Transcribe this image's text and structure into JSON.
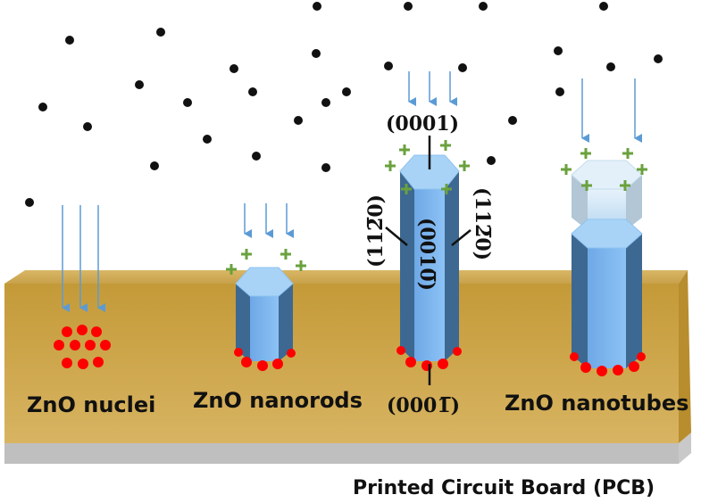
{
  "stages": {
    "nuclei": "ZnO nuclei",
    "nanorods": "ZnO nanorods",
    "nanotubes": "ZnO nanotubes"
  },
  "board": {
    "label": "Printed Circuit Board (PCB)"
  },
  "facets": {
    "top": "(0001)",
    "bottom": "(0001̅)",
    "side_left": "(112̅0)",
    "side_right": "(112̅0)",
    "front": "(0010̅)"
  },
  "colors": {
    "pcb_top": "#d4b15a",
    "pcb_front": "#c49a38",
    "base_plate": "#c9c9c9",
    "crystal_front": "#7eb6ef",
    "crystal_side": "#3d6891",
    "crystal_top": "#a8d3f7",
    "arrow": "#5b9bd5",
    "plus": "#6aa13d",
    "nuclei_dot": "#ff0000",
    "precursor_dot": "#111111"
  },
  "icons": [
    "plus-sign-icon",
    "down-arrow-icon"
  ]
}
